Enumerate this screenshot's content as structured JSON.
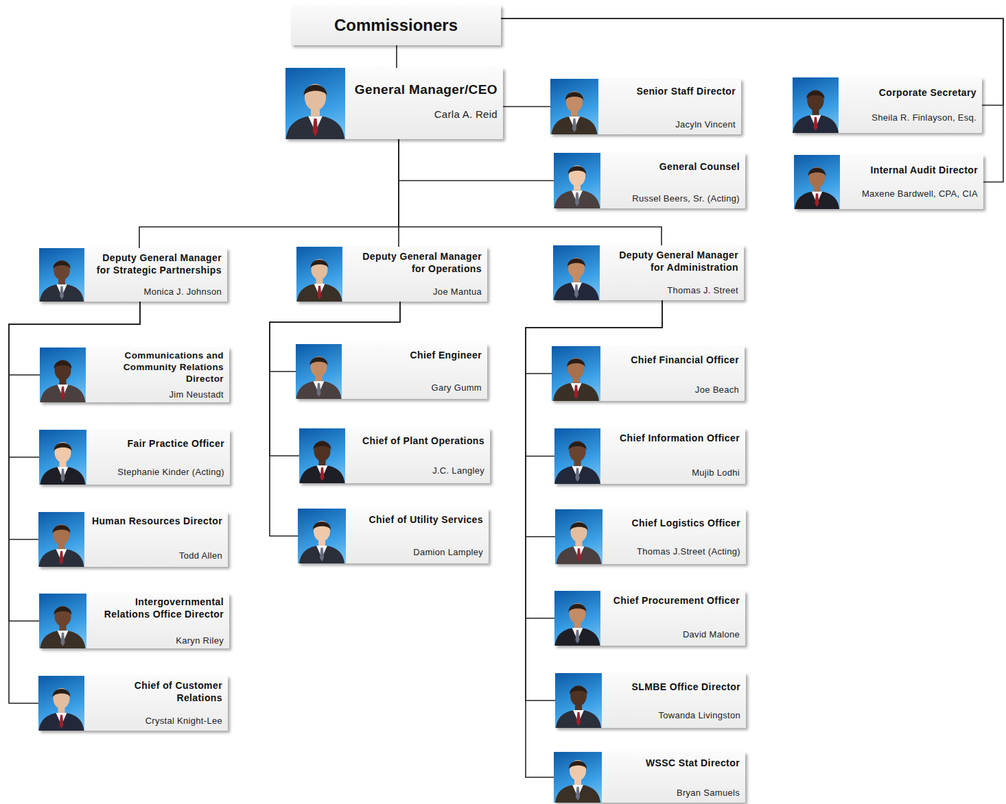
{
  "diagram": {
    "nodes": [
      {
        "text": [
          "Commissioners"
        ]
      },
      {
        "text": [
          "General Manager/CEO",
          "Carla A. Reid"
        ]
      },
      {
        "text": [
          "Senior Staff Director",
          "Jacyln Vincent"
        ]
      },
      {
        "text": [
          "Corporate Secretary",
          "Sheila R. Finlayson, Esq."
        ]
      },
      {
        "text": [
          "General Counsel",
          "Russel Beers, Sr. (Acting)"
        ]
      },
      {
        "text": [
          "Internal Audit Director",
          "Maxene Bardwell, CPA, CIA"
        ]
      },
      {
        "text": [
          "Deputy General Manager for Strategic Partnerships",
          "Monica J. Johnson"
        ]
      },
      {
        "text": [
          "Deputy General Manager for Operations",
          "Joe Mantua"
        ]
      },
      {
        "text": [
          "Deputy General Manager for Administration",
          "Thomas J. Street"
        ]
      },
      {
        "text": [
          "Communications and Community Relations Director",
          "Jim Neustadt"
        ]
      },
      {
        "text": [
          "Fair Practice Officer",
          "Stephanie Kinder (Acting)"
        ]
      },
      {
        "text": [
          "Human Resources Director",
          "Todd Allen"
        ]
      },
      {
        "text": [
          "Intergovernmental Relations Office Director",
          "Karyn Riley"
        ]
      },
      {
        "text": [
          "Chief of Customer Relations",
          "Crystal Knight-Lee"
        ]
      },
      {
        "text": [
          "Chief Engineer",
          "Gary Gumm"
        ]
      },
      {
        "text": [
          "Chief of Plant Operations",
          "J.C. Langley"
        ]
      },
      {
        "text": [
          "Chief of Utility Services",
          "Damion Lampley"
        ]
      },
      {
        "text": [
          "Chief Financial Officer",
          "Joe Beach"
        ]
      },
      {
        "text": [
          "Chief Information Officer",
          "Mujib Lodhi"
        ]
      },
      {
        "text": [
          "Chief Logistics Officer",
          "Thomas J.Street (Acting)"
        ]
      },
      {
        "text": [
          "Chief Procurement Officer",
          "David Malone"
        ]
      },
      {
        "text": [
          "SLMBE Office Director",
          "Towanda Livingston"
        ]
      },
      {
        "text": [
          "WSSC Stat Director",
          "Bryan Samuels"
        ]
      }
    ],
    "edges": [
      {
        "from": 0,
        "to": 1,
        "arrow": "none"
      },
      {
        "from": 0,
        "to": 3,
        "arrow": "none"
      },
      {
        "from": 0,
        "to": 5,
        "arrow": "none"
      },
      {
        "from": 1,
        "to": 2,
        "arrow": "none"
      },
      {
        "from": 1,
        "to": 4,
        "arrow": "none"
      },
      {
        "from": 1,
        "to": 6,
        "arrow": "none"
      },
      {
        "from": 1,
        "to": 7,
        "arrow": "none"
      },
      {
        "from": 1,
        "to": 8,
        "arrow": "none"
      },
      {
        "from": 6,
        "to": 9,
        "arrow": "none"
      },
      {
        "from": 6,
        "to": 10,
        "arrow": "none"
      },
      {
        "from": 6,
        "to": 11,
        "arrow": "none"
      },
      {
        "from": 6,
        "to": 12,
        "arrow": "none"
      },
      {
        "from": 6,
        "to": 13,
        "arrow": "none"
      },
      {
        "from": 7,
        "to": 14,
        "arrow": "none"
      },
      {
        "from": 7,
        "to": 15,
        "arrow": "none"
      },
      {
        "from": 7,
        "to": 16,
        "arrow": "none"
      },
      {
        "from": 8,
        "to": 17,
        "arrow": "none"
      },
      {
        "from": 8,
        "to": 18,
        "arrow": "none"
      },
      {
        "from": 8,
        "to": 19,
        "arrow": "none"
      },
      {
        "from": 8,
        "to": 20,
        "arrow": "none"
      },
      {
        "from": 8,
        "to": 21,
        "arrow": "none"
      },
      {
        "from": 8,
        "to": 22,
        "arrow": "none"
      }
    ]
  }
}
